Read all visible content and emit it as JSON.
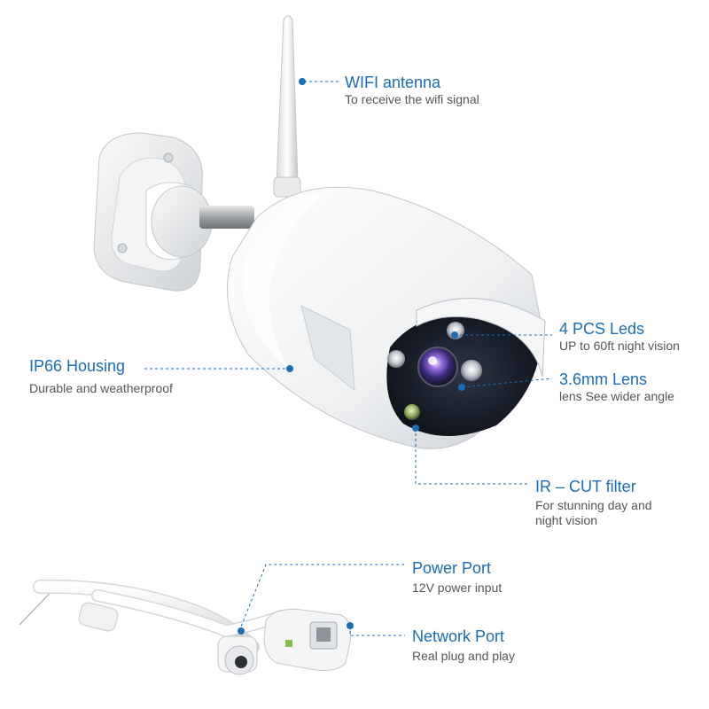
{
  "accent_color": "#1b6db5",
  "callouts": {
    "wifi": {
      "title": "WIFI antenna",
      "desc": "To receive the wifi signal"
    },
    "leds": {
      "title": "4 PCS Leds",
      "desc": "UP to 60ft night vision"
    },
    "housing": {
      "title": "IP66 Housing",
      "desc": "Durable and weatherproof"
    },
    "lens": {
      "title": "3.6mm Lens",
      "desc": "lens See wider angle"
    },
    "ircut": {
      "title": "IR – CUT filter",
      "desc_line1": "For stunning day and",
      "desc_line2": "night vision"
    },
    "power": {
      "title": "Power Port",
      "desc": "12V power input"
    },
    "network": {
      "title": "Network Port",
      "desc": "Real plug and play"
    }
  }
}
